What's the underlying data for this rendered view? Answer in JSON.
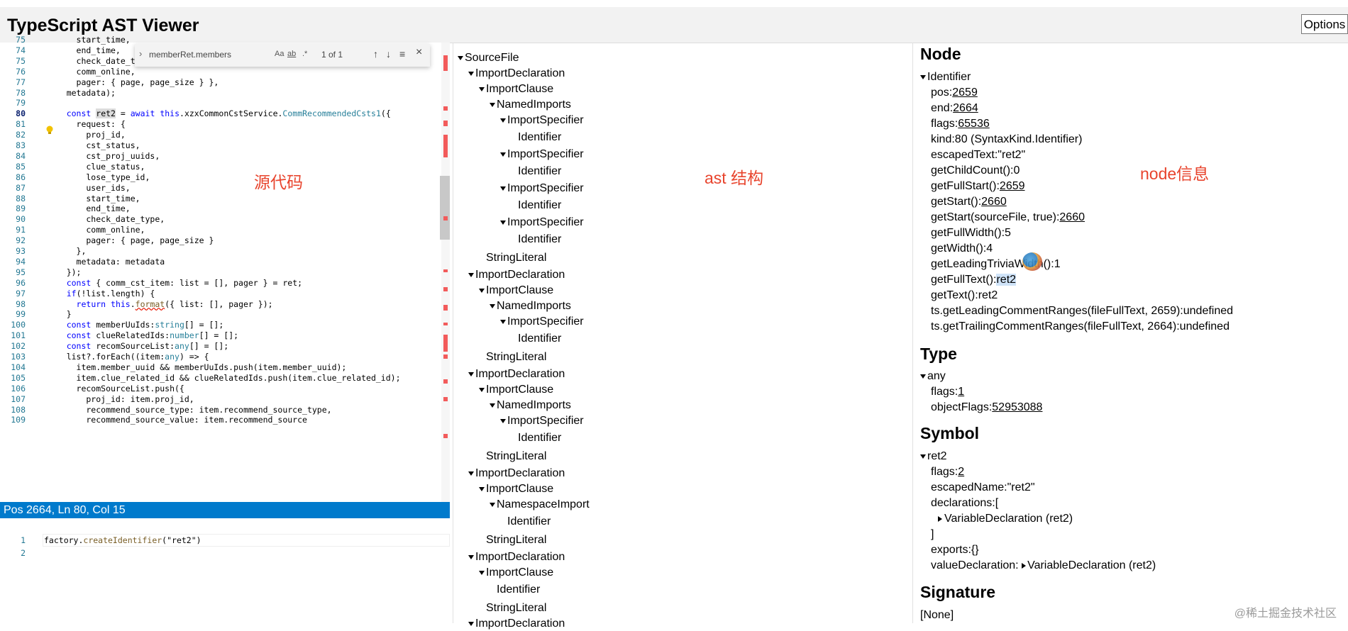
{
  "app": {
    "title": "TypeScript AST Viewer",
    "options_label": "Options"
  },
  "editor": {
    "find": {
      "query": "memberRet.members",
      "opt_case": "Aa",
      "opt_word": "ab",
      "opt_regex": ".*",
      "count": "1 of 1",
      "prev_icon": "↑",
      "next_icon": "↓",
      "selection_icon": "≡",
      "close_icon": "×",
      "chevron": "›"
    },
    "lines": [
      {
        "n": "75",
        "t": "      start_time,"
      },
      {
        "n": "74",
        "t": "      end_time,"
      },
      {
        "n": "75",
        "t": "      check_date_type,"
      },
      {
        "n": "76",
        "t": "      comm_online,"
      },
      {
        "n": "77",
        "t": "      pager: { page, page_size } },"
      },
      {
        "n": "78",
        "t": "    metadata);"
      },
      {
        "n": "79",
        "t": ""
      },
      {
        "n": "80",
        "t": "    const ret2 = await this.xzxCommonCstService.CommRecommendedCsts1({"
      },
      {
        "n": "81",
        "t": "      request: {"
      },
      {
        "n": "82",
        "t": "        proj_id,"
      },
      {
        "n": "83",
        "t": "        cst_status,"
      },
      {
        "n": "84",
        "t": "        cst_proj_uuids,"
      },
      {
        "n": "85",
        "t": "        clue_status,"
      },
      {
        "n": "86",
        "t": "        lose_type_id,"
      },
      {
        "n": "87",
        "t": "        user_ids,"
      },
      {
        "n": "88",
        "t": "        start_time,"
      },
      {
        "n": "89",
        "t": "        end_time,"
      },
      {
        "n": "90",
        "t": "        check_date_type,"
      },
      {
        "n": "91",
        "t": "        comm_online,"
      },
      {
        "n": "92",
        "t": "        pager: { page, page_size }"
      },
      {
        "n": "93",
        "t": "      },"
      },
      {
        "n": "94",
        "t": "      metadata: metadata"
      },
      {
        "n": "95",
        "t": "    });"
      },
      {
        "n": "96",
        "t": "    const { comm_cst_item: list = [], pager } = ret;"
      },
      {
        "n": "97",
        "t": "    if(!list.length) {"
      },
      {
        "n": "98",
        "t": "      return this.format({ list: [], pager });"
      },
      {
        "n": "99",
        "t": "    }"
      },
      {
        "n": "100",
        "t": "    const memberUuIds:string[] = [];"
      },
      {
        "n": "101",
        "t": "    const clueRelatedIds:number[] = [];"
      },
      {
        "n": "102",
        "t": "    const recomSourceList:any[] = [];"
      },
      {
        "n": "103",
        "t": "    list?.forEach((item:any) => {"
      },
      {
        "n": "104",
        "t": "      item.member_uuid && memberUuIds.push(item.member_uuid);"
      },
      {
        "n": "105",
        "t": "      item.clue_related_id && clueRelatedIds.push(item.clue_related_id);"
      },
      {
        "n": "106",
        "t": "      recomSourceList.push({"
      },
      {
        "n": "107",
        "t": "        proj_id: item.proj_id,"
      },
      {
        "n": "108",
        "t": "        recommend_source_type: item.recommend_source_type,"
      },
      {
        "n": "109",
        "t": "        recommend_source_value: item.recommend_source"
      }
    ],
    "status": "Pos 2664, Ln 80, Col 15",
    "factory_lines": [
      {
        "n": "1",
        "t": "factory.createIdentifier(\"ret2\")"
      },
      {
        "n": "2",
        "t": ""
      }
    ]
  },
  "annotations": {
    "source": "源代码",
    "ast": "ast 结构",
    "node": "node信息"
  },
  "ast_tree": [
    {
      "label": "SourceFile",
      "exp": true
    },
    {
      "label": "ImportDeclaration",
      "exp": true
    },
    {
      "label": "ImportClause",
      "exp": true
    },
    {
      "label": "NamedImports",
      "exp": true
    },
    {
      "label": "ImportSpecifier",
      "exp": true
    },
    {
      "label": "Identifier",
      "exp": false
    },
    {
      "label": "ImportSpecifier",
      "exp": true
    },
    {
      "label": "Identifier",
      "exp": false
    },
    {
      "label": "ImportSpecifier",
      "exp": true
    },
    {
      "label": "Identifier",
      "exp": false
    },
    {
      "label": "ImportSpecifier",
      "exp": true
    },
    {
      "label": "Identifier",
      "exp": false
    },
    {
      "label": "StringLiteral",
      "exp": false
    },
    {
      "label": "ImportDeclaration",
      "exp": true
    },
    {
      "label": "ImportClause",
      "exp": true
    },
    {
      "label": "NamedImports",
      "exp": true
    },
    {
      "label": "ImportSpecifier",
      "exp": true
    },
    {
      "label": "Identifier",
      "exp": false
    },
    {
      "label": "StringLiteral",
      "exp": false
    },
    {
      "label": "ImportDeclaration",
      "exp": true
    },
    {
      "label": "ImportClause",
      "exp": true
    },
    {
      "label": "NamedImports",
      "exp": true
    },
    {
      "label": "ImportSpecifier",
      "exp": true
    },
    {
      "label": "Identifier",
      "exp": false
    },
    {
      "label": "StringLiteral",
      "exp": false
    },
    {
      "label": "ImportDeclaration",
      "exp": true
    },
    {
      "label": "ImportClause",
      "exp": true
    },
    {
      "label": "NamespaceImport",
      "exp": true
    },
    {
      "label": "Identifier",
      "exp": false
    },
    {
      "label": "StringLiteral",
      "exp": false
    },
    {
      "label": "ImportDeclaration",
      "exp": true
    },
    {
      "label": "ImportClause",
      "exp": true
    },
    {
      "label": "Identifier",
      "exp": false
    },
    {
      "label": "StringLiteral",
      "exp": false
    },
    {
      "label": "ImportDeclaration",
      "exp": true
    }
  ],
  "node_panel": {
    "node_title": "Node",
    "node_name": "Identifier",
    "node_props": [
      {
        "k": "pos:",
        "v": "2659",
        "link": true
      },
      {
        "k": "end:",
        "v": "2664",
        "link": true
      },
      {
        "k": "flags:",
        "v": "65536",
        "link": true
      },
      {
        "k": "kind:",
        "v": "80 (SyntaxKind.Identifier)",
        "link": false
      },
      {
        "k": "escapedText:",
        "v": "\"ret2\"",
        "link": false
      },
      {
        "k": "getChildCount():",
        "v": "0",
        "link": false
      },
      {
        "k": "getFullStart():",
        "v": "2659",
        "link": true
      },
      {
        "k": "getStart():",
        "v": "2660",
        "link": true
      },
      {
        "k": "getStart(sourceFile, true):",
        "v": "2660",
        "link": true
      },
      {
        "k": "getFullWidth():",
        "v": "5",
        "link": false
      },
      {
        "k": "getWidth():",
        "v": "4",
        "link": false
      },
      {
        "k": "getLeadingTriviaWidth():",
        "v": "1",
        "link": false
      },
      {
        "k": "getFullText():",
        "v": "ret2",
        "link": false,
        "sel": true
      },
      {
        "k": "getText():",
        "v": "ret2",
        "link": false
      },
      {
        "k": "ts.getLeadingCommentRanges(fileFullText, 2659):",
        "v": "undefined",
        "link": false
      },
      {
        "k": "ts.getTrailingCommentRanges(fileFullText, 2664):",
        "v": "undefined",
        "link": false
      }
    ],
    "type_title": "Type",
    "type_name": "any",
    "type_props": [
      {
        "k": "flags:",
        "v": "1",
        "link": true
      },
      {
        "k": "objectFlags:",
        "v": "52953088",
        "link": true
      }
    ],
    "symbol_title": "Symbol",
    "symbol_name": "ret2",
    "symbol_props": [
      {
        "k": "flags:",
        "v": "2",
        "link": true
      },
      {
        "k": "escapedName:",
        "v": "\"ret2\"",
        "link": false
      },
      {
        "k": "declarations:",
        "v": "[",
        "link": false
      }
    ],
    "symbol_decl": "VariableDeclaration (ret2)",
    "symbol_close": "]",
    "symbol_exports": {
      "k": "exports:",
      "v": "{}"
    },
    "symbol_value_decl_key": "valueDeclaration:",
    "symbol_value_decl": "VariableDeclaration (ret2)",
    "signature_title": "Signature",
    "signature_value": "[None]"
  },
  "watermark": "@稀土掘金技术社区"
}
